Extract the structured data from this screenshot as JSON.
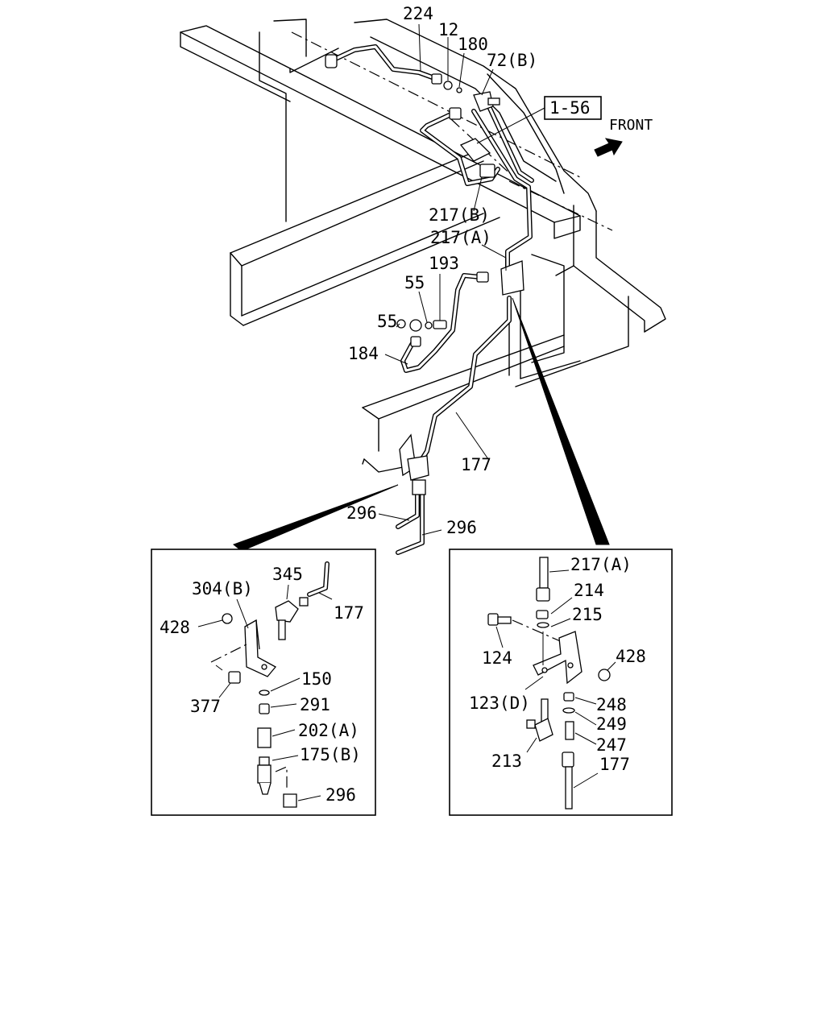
{
  "reference_box": "1-56",
  "front_label": "FRONT",
  "main_labels": {
    "p224": "224",
    "p12": "12",
    "p180": "180",
    "p72b": "72(B)",
    "p217b": "217(B)",
    "p217a": "217(A)",
    "p193": "193",
    "p55a": "55",
    "p55b": "55",
    "p184": "184",
    "p177": "177",
    "p296a": "296",
    "p296b": "296"
  },
  "detail_left_labels": {
    "p304b": "304(B)",
    "p345": "345",
    "p177": "177",
    "p428": "428",
    "p150": "150",
    "p377": "377",
    "p291": "291",
    "p202a": "202(A)",
    "p175b": "175(B)",
    "p296": "296"
  },
  "detail_right_labels": {
    "p217a": "217(A)",
    "p214": "214",
    "p215": "215",
    "p124": "124",
    "p428": "428",
    "p123d": "123(D)",
    "p248": "248",
    "p249": "249",
    "p247": "247",
    "p213": "213",
    "p177": "177"
  }
}
